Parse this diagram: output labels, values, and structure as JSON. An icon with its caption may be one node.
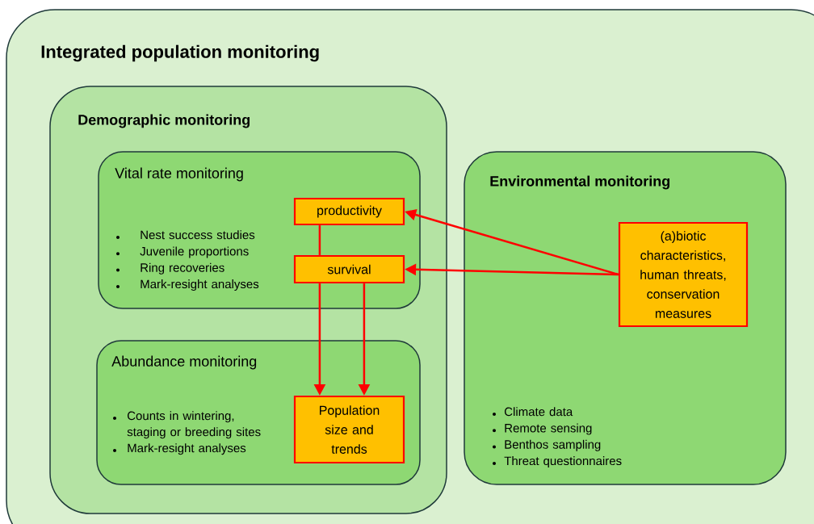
{
  "diagram": {
    "nodes": [
      {
        "text": [
          "Integrated population monitoring"
        ]
      },
      {
        "text": [
          "Demographic monitoring"
        ],
        "in": 0
      },
      {
        "text": [
          "Vital rate monitoring",
          "Nest success studies",
          "Juvenile proportions",
          "Ring recoveries",
          "Mark-resight analyses"
        ],
        "in": 1
      },
      {
        "text": [
          "productivity"
        ],
        "in": 2
      },
      {
        "text": [
          "survival"
        ],
        "in": 2
      },
      {
        "text": [
          "Abundance monitoring",
          "Counts in wintering, staging or breeding sites",
          "Mark-resight analyses"
        ],
        "in": 1
      },
      {
        "text": [
          "Population size and trends"
        ],
        "in": 5
      },
      {
        "text": [
          "Environmental monitoring",
          "Climate data",
          "Remote sensing",
          "Benthos sampling",
          "Threat questionnaires"
        ],
        "in": 0
      },
      {
        "text": [
          "(a)biotic characteristics, human threats, conservation measures"
        ],
        "in": 7
      }
    ],
    "edges": [
      {
        "from": 3,
        "to": 4,
        "arrow": "none"
      },
      {
        "from": 4,
        "to": 6,
        "arrow": "to"
      },
      {
        "from": 4,
        "to": 6,
        "arrow": "to"
      },
      {
        "from": 8,
        "to": 3,
        "arrow": "to"
      },
      {
        "from": 8,
        "to": 4,
        "arrow": "to"
      }
    ]
  }
}
